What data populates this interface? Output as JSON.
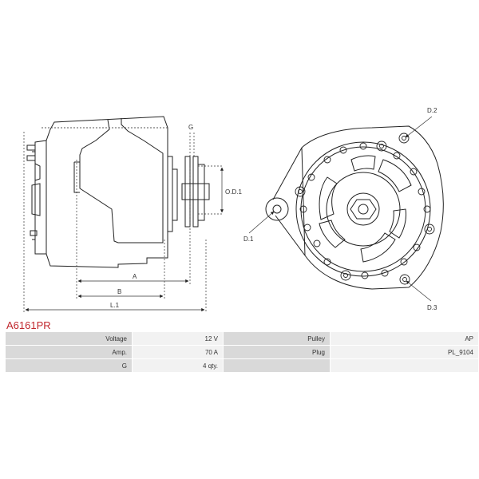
{
  "part_code": "A6161PR",
  "colors": {
    "part_code": "#c0272d",
    "label_cell": "#d9d9d9",
    "value_cell": "#f2f2f2",
    "line": "#222222"
  },
  "dimensions": {
    "a": "A",
    "b": "B",
    "l1": "L.1",
    "g": "G",
    "od1": "O.D.1",
    "d1": "D.1",
    "d2": "D.2",
    "d3": "D.3"
  },
  "specs": {
    "rows": [
      {
        "label1": "Voltage",
        "value1": "12 V",
        "label2": "Pulley",
        "value2": "AP"
      },
      {
        "label1": "Amp.",
        "value1": "70 A",
        "label2": "Plug",
        "value2": "PL_9104"
      },
      {
        "label1": "G",
        "value1": "4 qty.",
        "label2": "",
        "value2": ""
      }
    ]
  }
}
